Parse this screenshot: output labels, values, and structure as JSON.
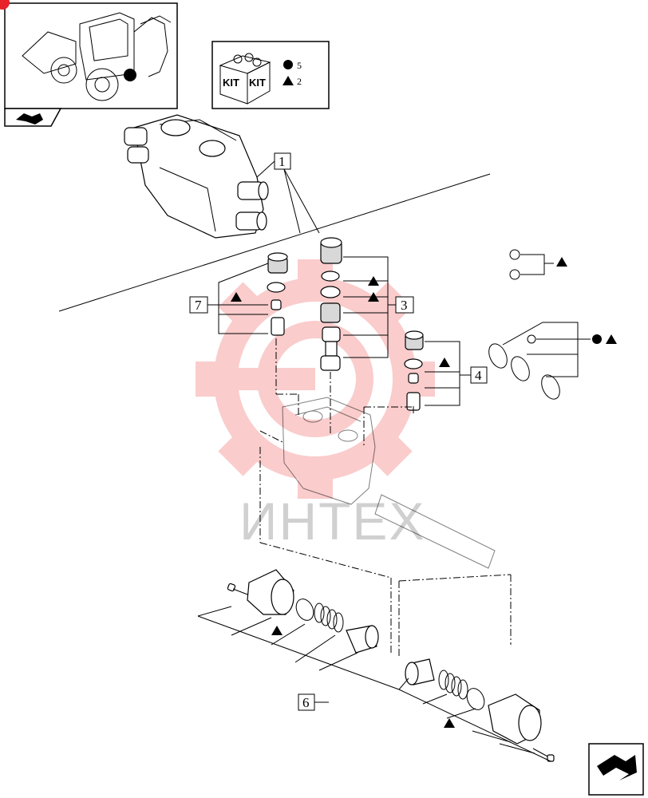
{
  "callouts": {
    "c1": "1",
    "c3": "3",
    "c4": "4",
    "c6": "6",
    "c7": "7"
  },
  "kit": {
    "label_left": "KIT",
    "label_right": "KIT",
    "circle_ref": "5",
    "triangle_ref": "2"
  },
  "watermark": {
    "text": "ИНТЕХ",
    "color": "#f04a4a"
  },
  "symbols": {
    "triangle": "triangle-icon",
    "circle": "filled-circle-icon"
  }
}
